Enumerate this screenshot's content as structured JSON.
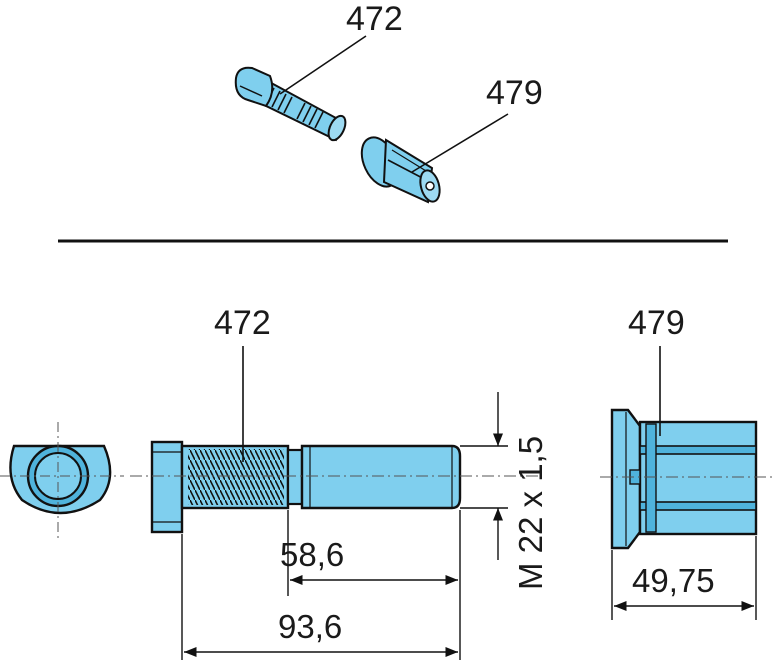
{
  "colors": {
    "part_fill": "#7fcfee",
    "part_fill_dark": "#4fb3dc",
    "outline": "#111111",
    "center_line": "#555555"
  },
  "top_view": {
    "callout_bolt": "472",
    "callout_nut": "479"
  },
  "bottom_view": {
    "callout_bolt": "472",
    "callout_nut": "479",
    "thread_spec": "M 22 x 1,5",
    "dim_thread_length": "58,6",
    "dim_total_length": "93,6",
    "dim_nut_length": "49,75"
  }
}
